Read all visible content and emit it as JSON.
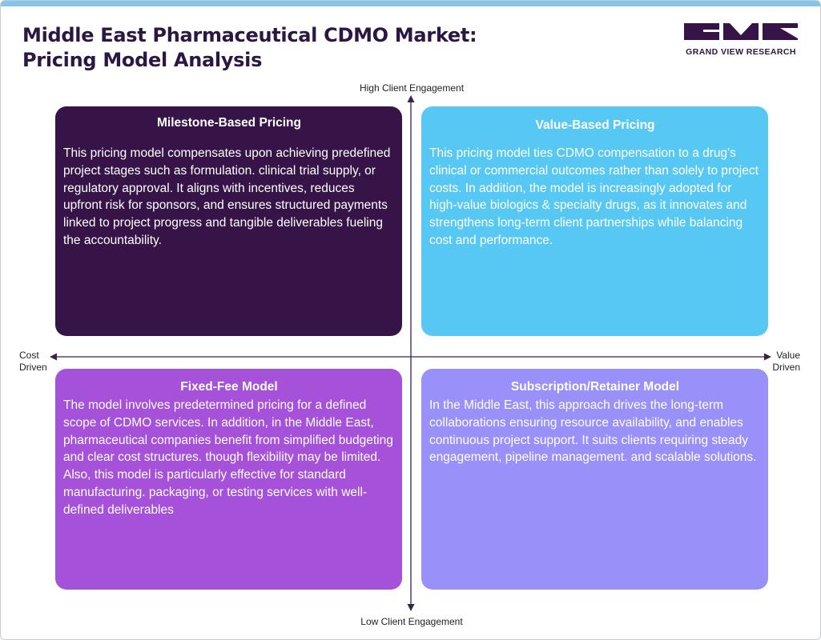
{
  "header": {
    "title_line1": "Middle East Pharmaceutical CDMO Market:",
    "title_line2": "Pricing Model Analysis",
    "logo_text": "GRAND VIEW RESEARCH"
  },
  "axes": {
    "top": "High Client Engagement",
    "bottom": "Low Client Engagement",
    "left_line1": "Cost",
    "left_line2": "Driven",
    "right_line1": "Value",
    "right_line2": "Driven"
  },
  "quadrants": {
    "top_left": {
      "title": "Milestone-Based Pricing",
      "body": "This pricing model compensates upon achieving predefined project stages such as formulation. clinical trial supply, or regulatory approval. It aligns with incentives, reduces upfront risk for sponsors, and ensures structured payments linked to project progress and tangible deliverables fueling the accountability."
    },
    "top_right": {
      "title": "Value-Based Pricing",
      "body": "This pricing model ties CDMO compensation to a drug's clinical or commercial outcomes rather than solely to project costs. In addition, the model is increasingly adopted for high-value biologics & specialty drugs, as it innovates and strengthens long-term client partnerships while balancing cost and performance."
    },
    "bottom_left": {
      "title": "Fixed-Fee Model",
      "body": "The model involves predetermined pricing for a defined scope of CDMO services. In addition, in the Middle East, pharmaceutical companies benefit from simplified budgeting and clear cost structures. though flexibility may be limited. Also, this model is particularly effective for standard manufacturing. packaging, or testing services with well-defined deliverables"
    },
    "bottom_right": {
      "title": "Subscription/Retainer Model",
      "body": "In the Middle East, this approach drives the long-term collaborations ensuring resource availability, and enables continuous project support. It suits clients requiring steady engagement, pipeline management. and scalable solutions."
    }
  },
  "colors": {
    "top_left": "#361448",
    "top_right": "#56c8f3",
    "bottom_left": "#a651d9",
    "bottom_right": "#9990fa",
    "title": "#2a1743",
    "top_bar": "#84c5ec"
  }
}
